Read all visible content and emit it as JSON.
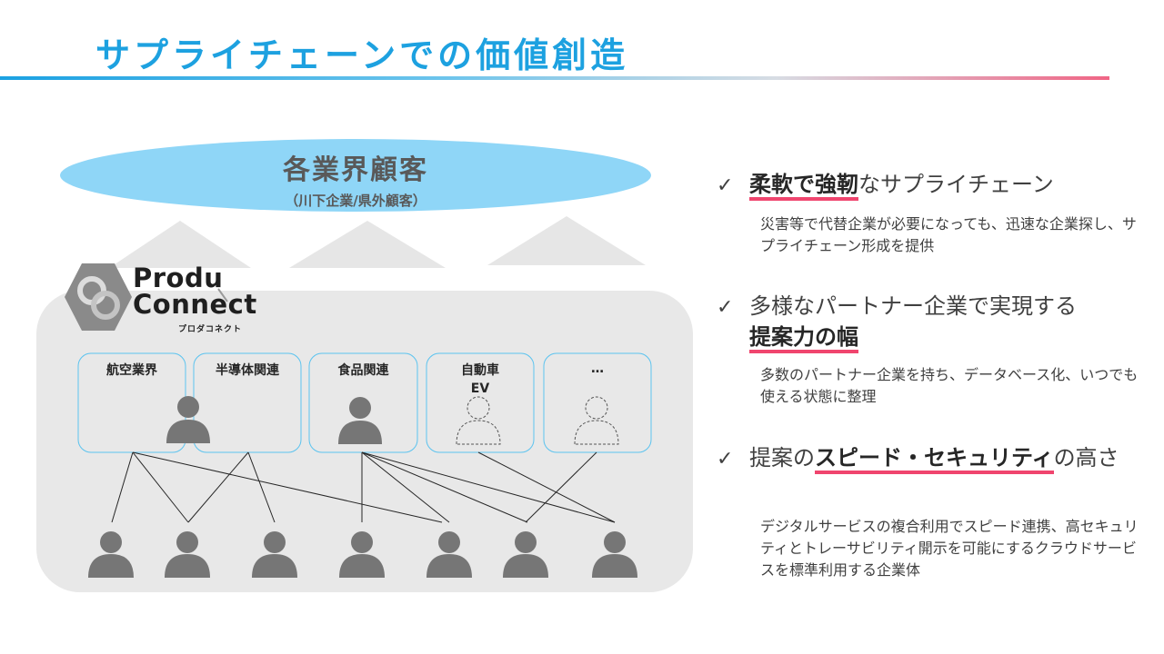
{
  "title": "サプライチェーンでの価値創造",
  "customers": {
    "title": "各業界顧客",
    "subtitle": "（川下企業/県外顧客）"
  },
  "logo": {
    "line1": "Produ",
    "line2": "Connect",
    "kana": "プロダコネクト"
  },
  "categories": [
    {
      "label": "航空業界"
    },
    {
      "label": "半導体関連"
    },
    {
      "label": "食品関連"
    },
    {
      "label": "自動車\nEV"
    },
    {
      "label": "…"
    }
  ],
  "points": [
    {
      "check": "✓",
      "before": "",
      "highlight": "柔軟で強靭",
      "after": "なサプライチェーン",
      "description": "災害等で代替企業が必要になっても、迅速な企業探し、サプライチェーン形成を提供"
    },
    {
      "check": "✓",
      "before": "多様なパートナー企業で実現する",
      "highlight": "提案力の幅",
      "after": "",
      "description": "多数のパートナー企業を持ち、データベース化、いつでも使える状態に整理"
    },
    {
      "check": "✓",
      "before": "提案の",
      "highlight": "スピード・セキュリティ",
      "after": "の高さ",
      "description": "デジタルサービスの複合利用でスピード連携、高セキュリティとトレーサビリティ開示を可能にするクラウドサービスを標準利用する企業体"
    }
  ],
  "colors": {
    "title": "#1da1e0",
    "ellipse": "#8fd6f7",
    "highlight_underline": "#f0456e",
    "panel": "#e8e8e8",
    "person": "#767676"
  }
}
